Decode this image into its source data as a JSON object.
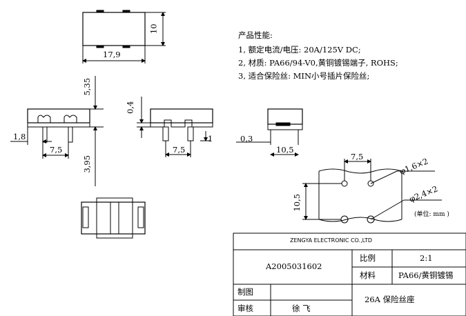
{
  "specs": {
    "heading": "产品性能:",
    "lines": [
      "1, 额定电流/电压: 20A/125V DC;",
      "2, 材质: PA66/94-V0,黄铜镀锡端子, ROHS;",
      "3, 适合保险丝: MIN小号插片保险丝;"
    ]
  },
  "dimensions": {
    "top_width": "17,9",
    "top_height": "10",
    "pin_height": "5,35",
    "left_offset": "1,8",
    "pitch_left": "7,5",
    "pin_depth": "3,95",
    "step_height": "0,4",
    "pitch_mid": "7,5",
    "pin_width": "1",
    "side_offset": "0,3",
    "side_width": "10,5",
    "pcb_pitch": "7,5",
    "pcb_height": "10,5",
    "hole_small": "φ1,6×2",
    "hole_large": "φ2,4×2",
    "unit_note": "(单位: mm )"
  },
  "title_block": {
    "company": "ZENGYA ELECTRONIC CO.,LTD",
    "part_no": "A2005031602",
    "scale_label": "比例",
    "scale_value": "2:1",
    "material_label": "材料",
    "material_value": "PA66/黄铜镀锡",
    "drawn_label": "制图",
    "drawn_value": "",
    "review_label": "审核",
    "review_value": "徐 飞",
    "product_name": "26A 保险丝座"
  }
}
